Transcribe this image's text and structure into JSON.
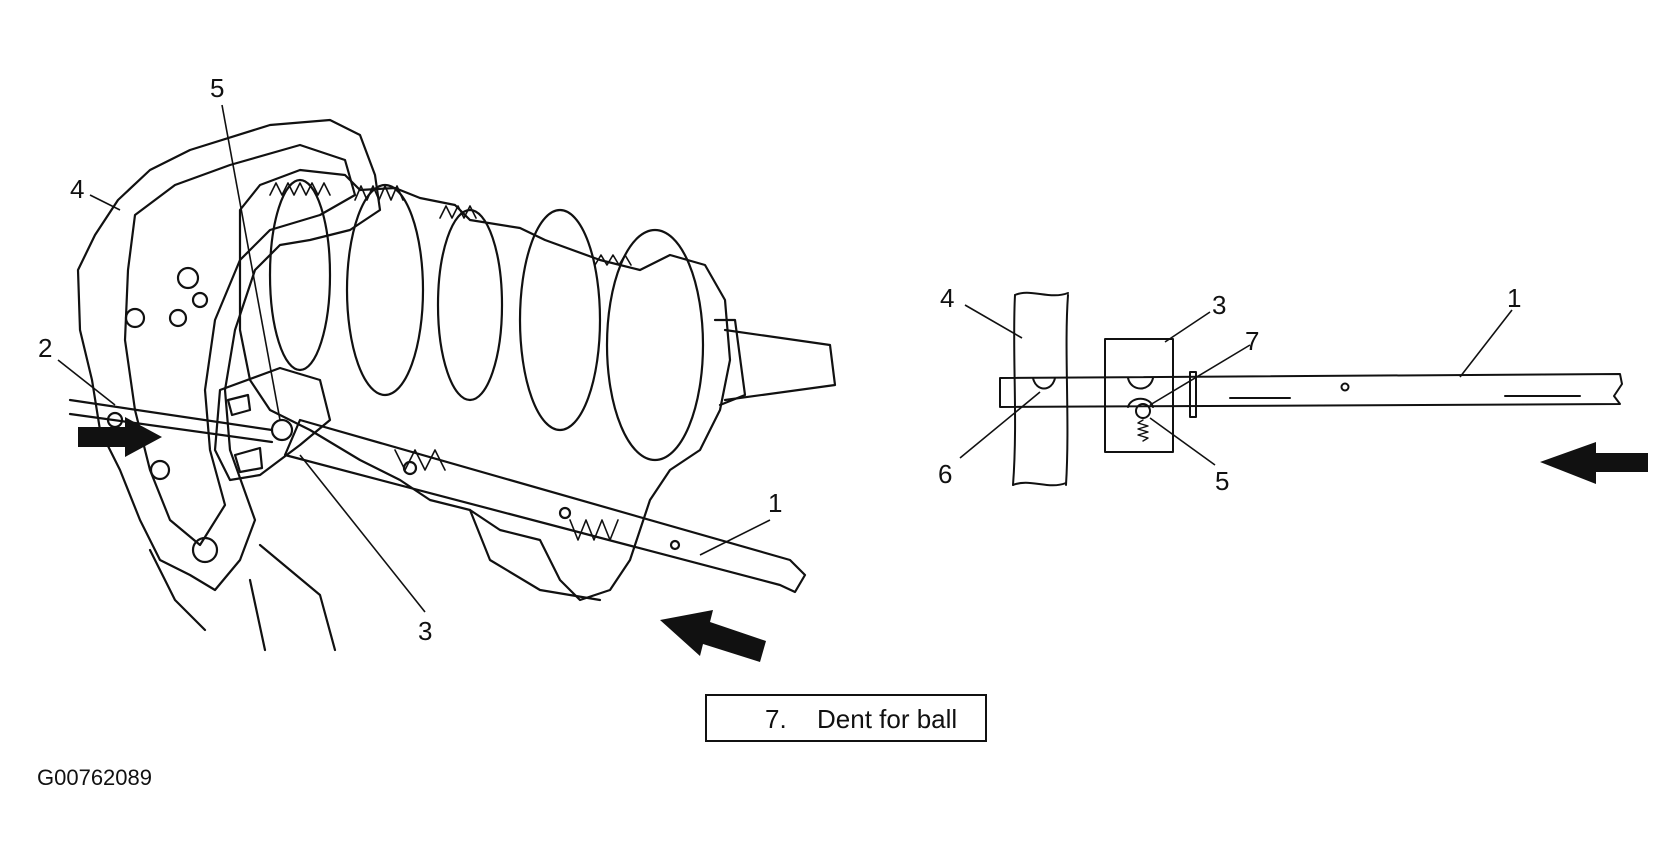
{
  "figure_id": "G00762089",
  "legend": {
    "number": "7.",
    "text": "Dent for ball"
  },
  "left_view": {
    "callouts": [
      {
        "id": "c1",
        "label": "1"
      },
      {
        "id": "c2",
        "label": "2"
      },
      {
        "id": "c3",
        "label": "3"
      },
      {
        "id": "c4",
        "label": "4"
      },
      {
        "id": "c5",
        "label": "5"
      }
    ]
  },
  "right_view": {
    "callouts": [
      {
        "id": "c1",
        "label": "1"
      },
      {
        "id": "c3",
        "label": "3"
      },
      {
        "id": "c4",
        "label": "4"
      },
      {
        "id": "c5",
        "label": "5"
      },
      {
        "id": "c6",
        "label": "6"
      },
      {
        "id": "c7",
        "label": "7"
      }
    ]
  },
  "colors": {
    "ink": "#111111",
    "background": "#ffffff"
  }
}
